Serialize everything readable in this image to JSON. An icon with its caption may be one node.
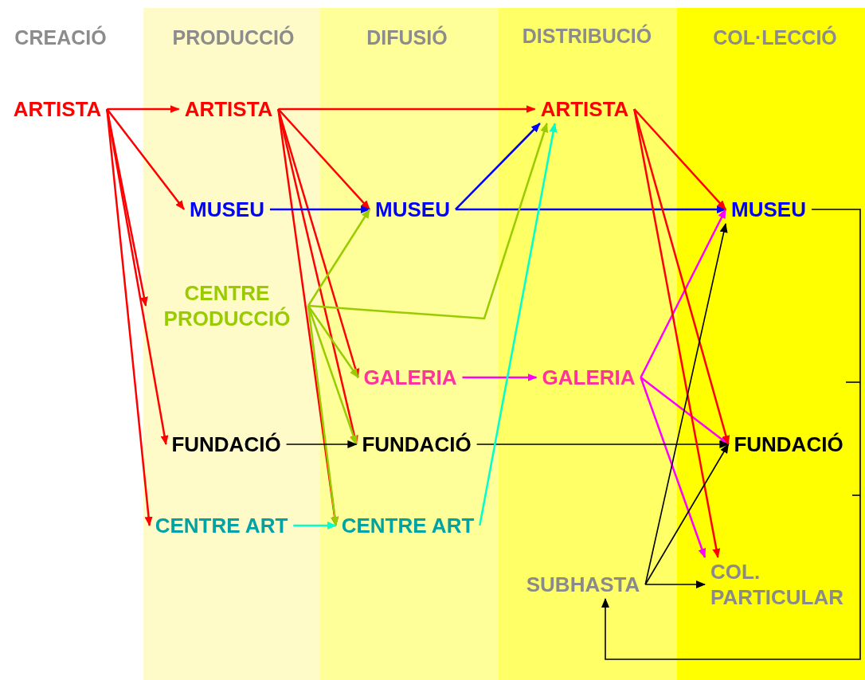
{
  "diagram": {
    "nodes": [
      {
        "text": [
          "ARTISTA"
        ]
      },
      {
        "text": [
          "ARTISTA"
        ]
      },
      {
        "text": [
          "ARTISTA"
        ]
      },
      {
        "text": [
          "MUSEU"
        ]
      },
      {
        "text": [
          "MUSEU"
        ]
      },
      {
        "text": [
          "MUSEU"
        ]
      },
      {
        "text": [
          "CENTRE PRODUCCIÓ"
        ]
      },
      {
        "text": [
          "GALERIA"
        ]
      },
      {
        "text": [
          "GALERIA"
        ]
      },
      {
        "text": [
          "FUNDACIÓ"
        ]
      },
      {
        "text": [
          "FUNDACIÓ"
        ]
      },
      {
        "text": [
          "FUNDACIÓ"
        ]
      },
      {
        "text": [
          "CENTRE ART"
        ]
      },
      {
        "text": [
          "CENTRE ART"
        ]
      },
      {
        "text": [
          "SUBHASTA"
        ]
      },
      {
        "text": [
          "COL. PARTICULAR"
        ]
      }
    ],
    "edges": [
      {
        "from": 0,
        "to": 1,
        "arrow": "to"
      },
      {
        "from": 0,
        "to": 3,
        "arrow": "to"
      },
      {
        "from": 0,
        "to": 6,
        "arrow": "to"
      },
      {
        "from": 0,
        "to": 9,
        "arrow": "to"
      },
      {
        "from": 0,
        "to": 12,
        "arrow": "to"
      },
      {
        "from": 1,
        "to": 2,
        "arrow": "to"
      },
      {
        "from": 1,
        "to": 4,
        "arrow": "to"
      },
      {
        "from": 1,
        "to": 7,
        "arrow": "to"
      },
      {
        "from": 1,
        "to": 10,
        "arrow": "to"
      },
      {
        "from": 1,
        "to": 13,
        "arrow": "to"
      },
      {
        "from": 3,
        "to": 4,
        "arrow": "to",
        "color": "#0000ff"
      },
      {
        "from": 4,
        "to": 2,
        "arrow": "to",
        "color": "#0000ff"
      },
      {
        "from": 4,
        "to": 5,
        "arrow": "to",
        "color": "#0000ff"
      },
      {
        "from": 6,
        "to": 4,
        "arrow": "to",
        "color": "#99cc00"
      },
      {
        "from": 6,
        "to": 2,
        "arrow": "to",
        "color": "#99cc00"
      },
      {
        "from": 6,
        "to": 7,
        "arrow": "to",
        "color": "#99cc00"
      },
      {
        "from": 6,
        "to": 10,
        "arrow": "to",
        "color": "#99cc00"
      },
      {
        "from": 6,
        "to": 13,
        "arrow": "to",
        "color": "#99cc00"
      },
      {
        "from": 7,
        "to": 8,
        "arrow": "to",
        "color": "#ff00ff"
      },
      {
        "from": 8,
        "to": 5,
        "arrow": "to",
        "color": "#ff00ff"
      },
      {
        "from": 8,
        "to": 11,
        "arrow": "to",
        "color": "#ff00ff"
      },
      {
        "from": 8,
        "to": 15,
        "arrow": "to",
        "color": "#ff00ff"
      },
      {
        "from": 9,
        "to": 10,
        "arrow": "to",
        "color": "#000000"
      },
      {
        "from": 10,
        "to": 11,
        "arrow": "to",
        "color": "#000000"
      },
      {
        "from": 12,
        "to": 13,
        "arrow": "to",
        "color": "#00ffcc"
      },
      {
        "from": 13,
        "to": 2,
        "arrow": "to",
        "color": "#00ffcc"
      },
      {
        "from": 2,
        "to": 5,
        "arrow": "to"
      },
      {
        "from": 2,
        "to": 11,
        "arrow": "to"
      },
      {
        "from": 2,
        "to": 15,
        "arrow": "to"
      },
      {
        "from": 14,
        "to": 5,
        "arrow": "to",
        "color": "#000000"
      },
      {
        "from": 14,
        "to": 11,
        "arrow": "to",
        "color": "#000000"
      },
      {
        "from": 14,
        "to": 15,
        "arrow": "to",
        "color": "#000000"
      },
      {
        "from": 5,
        "to": 14,
        "arrow": "to",
        "color": "#000000"
      }
    ],
    "labels": [
      "CREACIÓ",
      "PRODUCCIÓ",
      "DIFUSIÓ",
      "DISTRIBUCIÓ",
      "COL·LECCIÓ"
    ]
  }
}
